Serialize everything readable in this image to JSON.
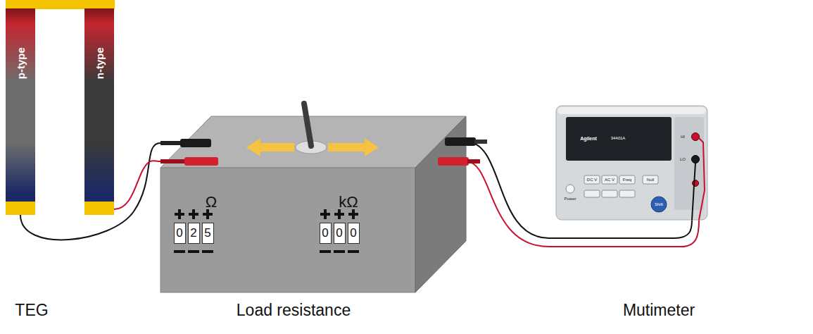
{
  "diagram": {
    "nodes": [
      {
        "text": [
          "p-type"
        ]
      },
      {
        "text": [
          "n-type"
        ]
      },
      {
        "text": [
          "Ω",
          "kΩ"
        ]
      },
      {
        "text": [
          "0"
        ],
        "in": 2
      },
      {
        "text": [
          "2"
        ],
        "in": 2
      },
      {
        "text": [
          "5"
        ],
        "in": 2
      },
      {
        "text": [
          "0"
        ],
        "in": 2
      },
      {
        "text": [
          "0"
        ],
        "in": 2
      },
      {
        "text": [
          "0"
        ],
        "in": 2
      },
      {
        "text": [
          "Agilent",
          "34401A",
          "Power",
          "DC V",
          "AC V",
          "Freq",
          "Null",
          "Shift",
          "HI",
          "LO"
        ]
      }
    ],
    "edges": [
      {
        "from": 0,
        "to": 2,
        "arrow": "none"
      },
      {
        "from": 1,
        "to": 2,
        "arrow": "none"
      },
      {
        "from": 2,
        "to": 9,
        "arrow": "none"
      },
      {
        "from": 2,
        "to": 9,
        "arrow": "none"
      }
    ],
    "labels": [
      "TEG",
      "Load resistance",
      "Mutimeter"
    ]
  }
}
